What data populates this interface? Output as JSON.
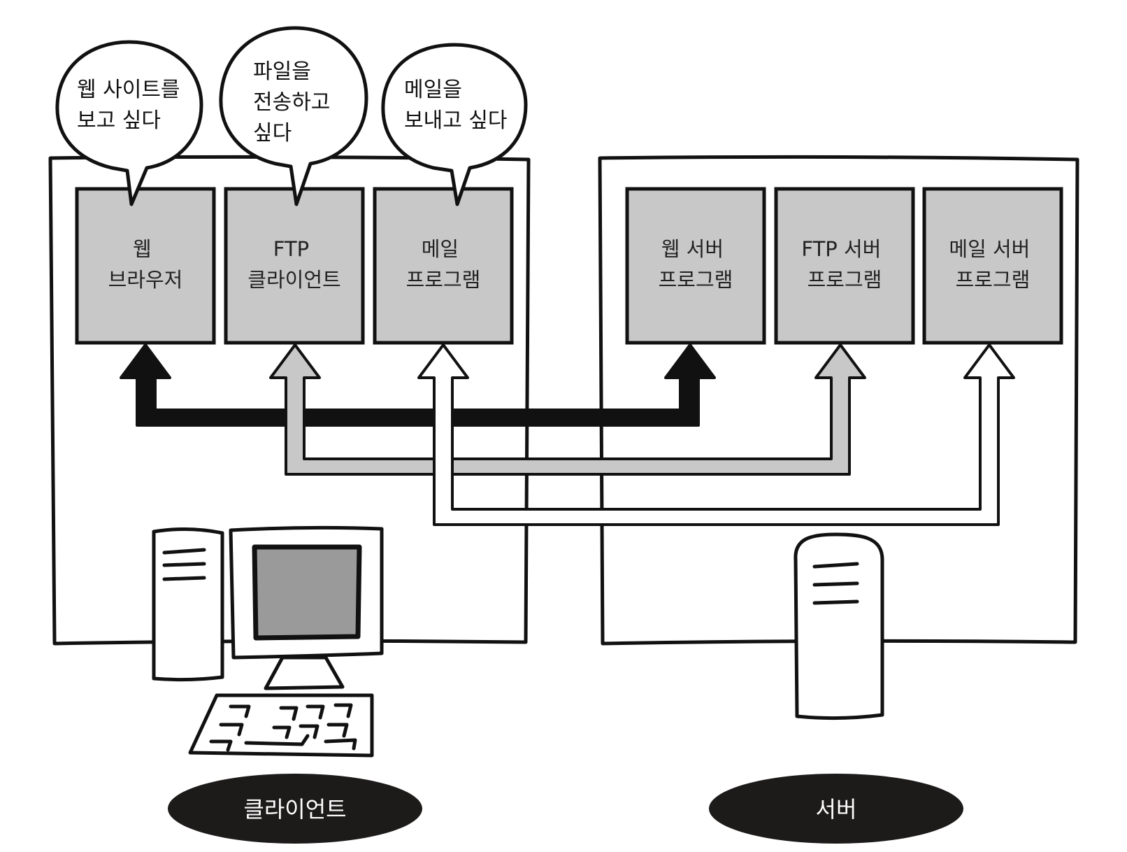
{
  "colors": {
    "stroke": "#111111",
    "box_fill": "#c8c8c8",
    "gray_arrow": "#c8c8c8",
    "black": "#111111",
    "pill_fill": "#1d1a1a",
    "pill_text": "#ffffff"
  },
  "bubbles": [
    {
      "id": "web",
      "lines": [
        "웹 사이트를",
        "보고 싶다"
      ]
    },
    {
      "id": "ftp",
      "lines": [
        "파일을",
        "전송하고",
        "싶다"
      ]
    },
    {
      "id": "mail",
      "lines": [
        "메일을",
        "보내고 싶다"
      ]
    }
  ],
  "client": {
    "programs": [
      {
        "id": "web",
        "lines": [
          "웹",
          "브라우저"
        ]
      },
      {
        "id": "ftp",
        "lines": [
          "FTP",
          "클라이언트"
        ]
      },
      {
        "id": "mail",
        "lines": [
          "메일",
          "프로그램"
        ]
      }
    ],
    "label": "클라이언트",
    "icons": [
      "tower-pc-icon",
      "monitor-icon",
      "keyboard-icon"
    ]
  },
  "server": {
    "programs": [
      {
        "id": "web",
        "lines": [
          "웹 서버",
          "프로그램"
        ]
      },
      {
        "id": "ftp",
        "lines": [
          "FTP 서버",
          "프로그램"
        ]
      },
      {
        "id": "mail",
        "lines": [
          "메일 서버",
          "프로그램"
        ]
      }
    ],
    "label": "서버",
    "icons": [
      "server-tower-icon"
    ]
  },
  "connections": [
    {
      "from": "client.web",
      "to": "server.web",
      "style": "black"
    },
    {
      "from": "client.ftp",
      "to": "server.ftp",
      "style": "gray"
    },
    {
      "from": "client.mail",
      "to": "server.mail",
      "style": "white"
    }
  ]
}
